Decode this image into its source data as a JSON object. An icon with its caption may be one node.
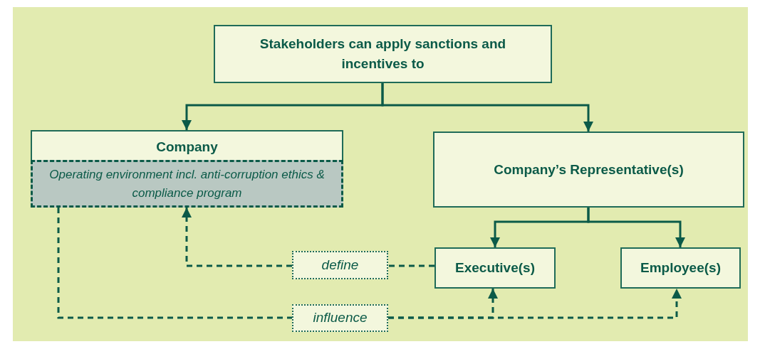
{
  "diagram": {
    "nodes": [
      {
        "text": [
          "Stakeholders can apply sanctions and incentives to"
        ]
      },
      {
        "text": [
          "Company"
        ]
      },
      {
        "text": [
          "Operating environment incl. anti-corruption ethics & compliance program"
        ],
        "in": 1
      },
      {
        "text": [
          "Company’s Representative(s)"
        ]
      },
      {
        "text": [
          "Executive(s)"
        ]
      },
      {
        "text": [
          "Employee(s)"
        ]
      },
      {
        "text": [
          "define"
        ]
      },
      {
        "text": [
          "influence"
        ]
      }
    ],
    "edges": [
      {
        "from": 0,
        "to": 1,
        "arrow": "to"
      },
      {
        "from": 0,
        "to": 3,
        "arrow": "to"
      },
      {
        "from": 3,
        "to": 4,
        "arrow": "to"
      },
      {
        "from": 3,
        "to": 5,
        "arrow": "to"
      },
      {
        "from": 4,
        "to": 6,
        "arrow": "none",
        "style": "dashed"
      },
      {
        "from": 6,
        "to": 2,
        "arrow": "to",
        "style": "dashed"
      },
      {
        "from": 2,
        "to": 7,
        "arrow": "none",
        "style": "dashed"
      },
      {
        "from": 7,
        "to": 4,
        "arrow": "to",
        "style": "dashed"
      },
      {
        "from": 7,
        "to": 5,
        "arrow": "to",
        "style": "dashed"
      }
    ]
  }
}
